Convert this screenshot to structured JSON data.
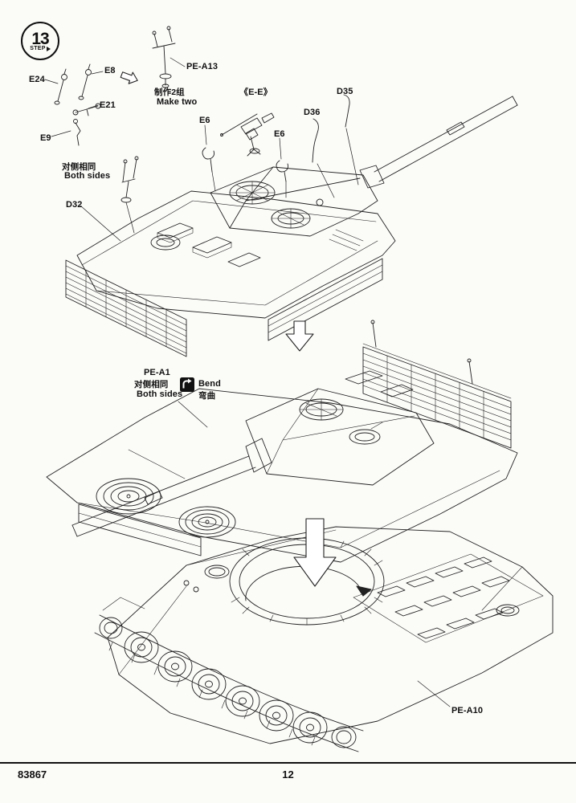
{
  "step": {
    "number": "13",
    "label": "STEP"
  },
  "callouts": {
    "e24": "E24",
    "e8": "E8",
    "e21": "E21",
    "e9": "E9",
    "pe_a13": "PE-A13",
    "make_two_cn": "制作2组",
    "make_two_en": "Make two",
    "section_ee": "《E-E》",
    "e6_left": "E6",
    "e6_right": "E6",
    "d36": "D36",
    "d35": "D35",
    "d32": "D32",
    "both_sides_top_cn": "对侧相同",
    "both_sides_top_en": "Both sides",
    "pe_a1": "PE-A1",
    "both_sides_mid_cn": "对侧相同",
    "both_sides_mid_en": "Both sides",
    "bend_en": "Bend",
    "bend_cn": "弯曲",
    "pe_a10": "PE-A10"
  },
  "footer": {
    "kit_number": "83867",
    "page_number": "12"
  }
}
